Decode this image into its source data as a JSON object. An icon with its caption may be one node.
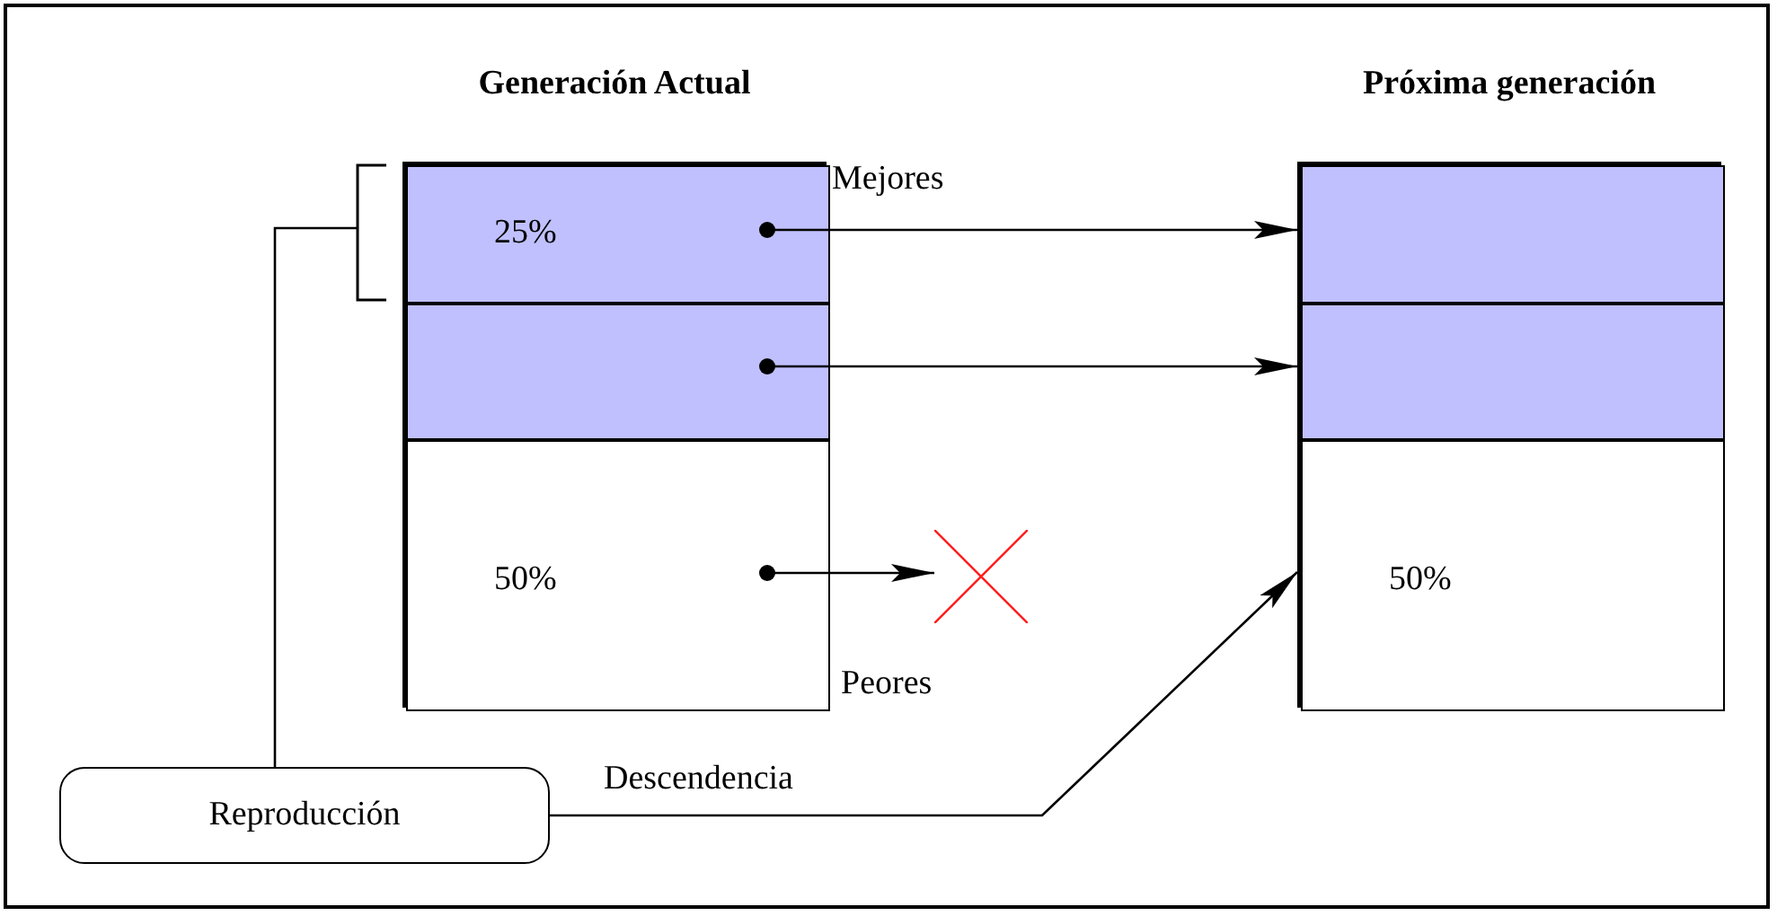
{
  "diagram": {
    "nodes": [
      {
        "text": [
          "Generación Actual"
        ]
      },
      {
        "text": [
          "25%"
        ],
        "in": 0
      },
      {
        "text": [],
        "shape": "box",
        "in": 0
      },
      {
        "text": [
          "50%"
        ],
        "in": 0
      },
      {
        "text": [
          "Próxima generación"
        ]
      },
      {
        "text": [],
        "shape": "box",
        "in": 4
      },
      {
        "text": [],
        "shape": "box",
        "in": 4
      },
      {
        "text": [
          "50%"
        ],
        "in": 4
      },
      {
        "text": [],
        "shape": "cross"
      },
      {
        "text": [
          "Reproducción"
        ]
      }
    ],
    "edges": [
      {
        "from": 1,
        "to": 5,
        "arrow": "to"
      },
      {
        "from": 2,
        "to": 6,
        "arrow": "to"
      },
      {
        "from": 3,
        "to": 8,
        "arrow": "to"
      },
      {
        "from": 9,
        "to": 1,
        "arrow": "none"
      },
      {
        "from": 9,
        "to": 7,
        "arrow": "to",
        "label": "Descendencia"
      }
    ],
    "labels": [
      "Mejores",
      "Peores"
    ]
  }
}
